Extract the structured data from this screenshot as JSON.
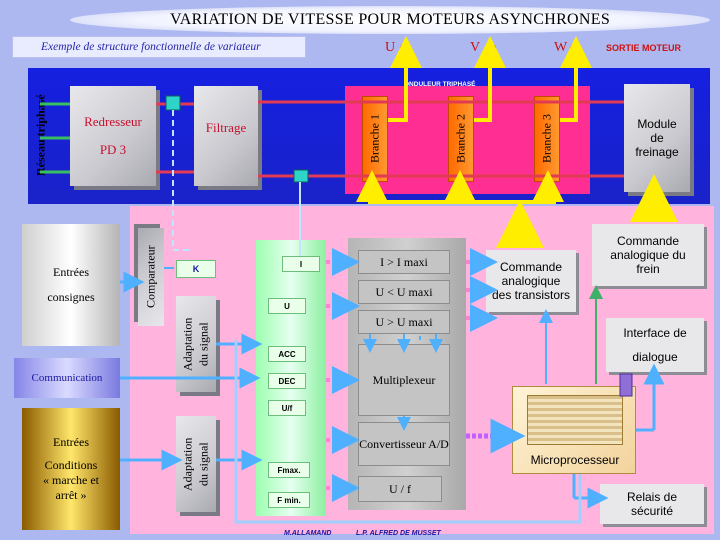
{
  "title": "VARIATION DE VITESSE POUR MOTEURS ASYNCHRONES",
  "subtitle": "Exemple de structure fonctionnelle de variateur",
  "phases": [
    "U",
    "V",
    "W"
  ],
  "sortie_moteur": "SORTIE MOTEUR",
  "onduleur_label": "ONDULEUR TRIPHASÉ",
  "reseau": "Réseau triphasé",
  "redresseur": {
    "line1": "Redresseur",
    "line2": "PD 3"
  },
  "filtrage": "Filtrage",
  "branches": [
    "Branche 1",
    "Branche 2",
    "Branche 3"
  ],
  "module_freinage": {
    "l1": "Module",
    "l2": "de",
    "l3": "freinage"
  },
  "entrees_consignes": {
    "l1": "Entrées",
    "l2": "consignes"
  },
  "communication": "Communication",
  "entrees_conditions": {
    "l1": "Entrées",
    "l2": "Conditions",
    "l3": "« marche et",
    "l4": "arrêt »"
  },
  "comparateur": "Comparateur",
  "k_label": "K",
  "adaptation": {
    "l1": "Adaptation",
    "l2": "du signal"
  },
  "green_labels": [
    "I",
    "U",
    "ACC",
    "DEC",
    "U/f",
    "Fmax.",
    "F min."
  ],
  "grey_boxes": [
    "I > I maxi",
    "U < U maxi",
    "U > U maxi",
    "Multiplexeur",
    "Convertisseur A/D",
    "U / f"
  ],
  "commande_transistors": {
    "l1": "Commande",
    "l2": "analogique",
    "l3": "des transistors"
  },
  "commande_frein": {
    "l1": "Commande",
    "l2": "analogique du",
    "l3": "frein"
  },
  "interface": {
    "l1": "Interface de",
    "l2": "dialogue"
  },
  "microprocesseur": "Microprocesseur",
  "relais": {
    "l1": "Relais de",
    "l2": "sécurité"
  },
  "footer": {
    "left": "M.ALLAMAND",
    "right": "L.P. ALFRED DE MUSSET"
  },
  "colors": {
    "blue_panel": "#1a22c8",
    "pink_panel": "#ffb3dd",
    "magenta": "#ff2e92",
    "branch_orange": "#ff7a10",
    "bus_red": "#e23a52",
    "arrow_yellow": "#ffee00"
  }
}
